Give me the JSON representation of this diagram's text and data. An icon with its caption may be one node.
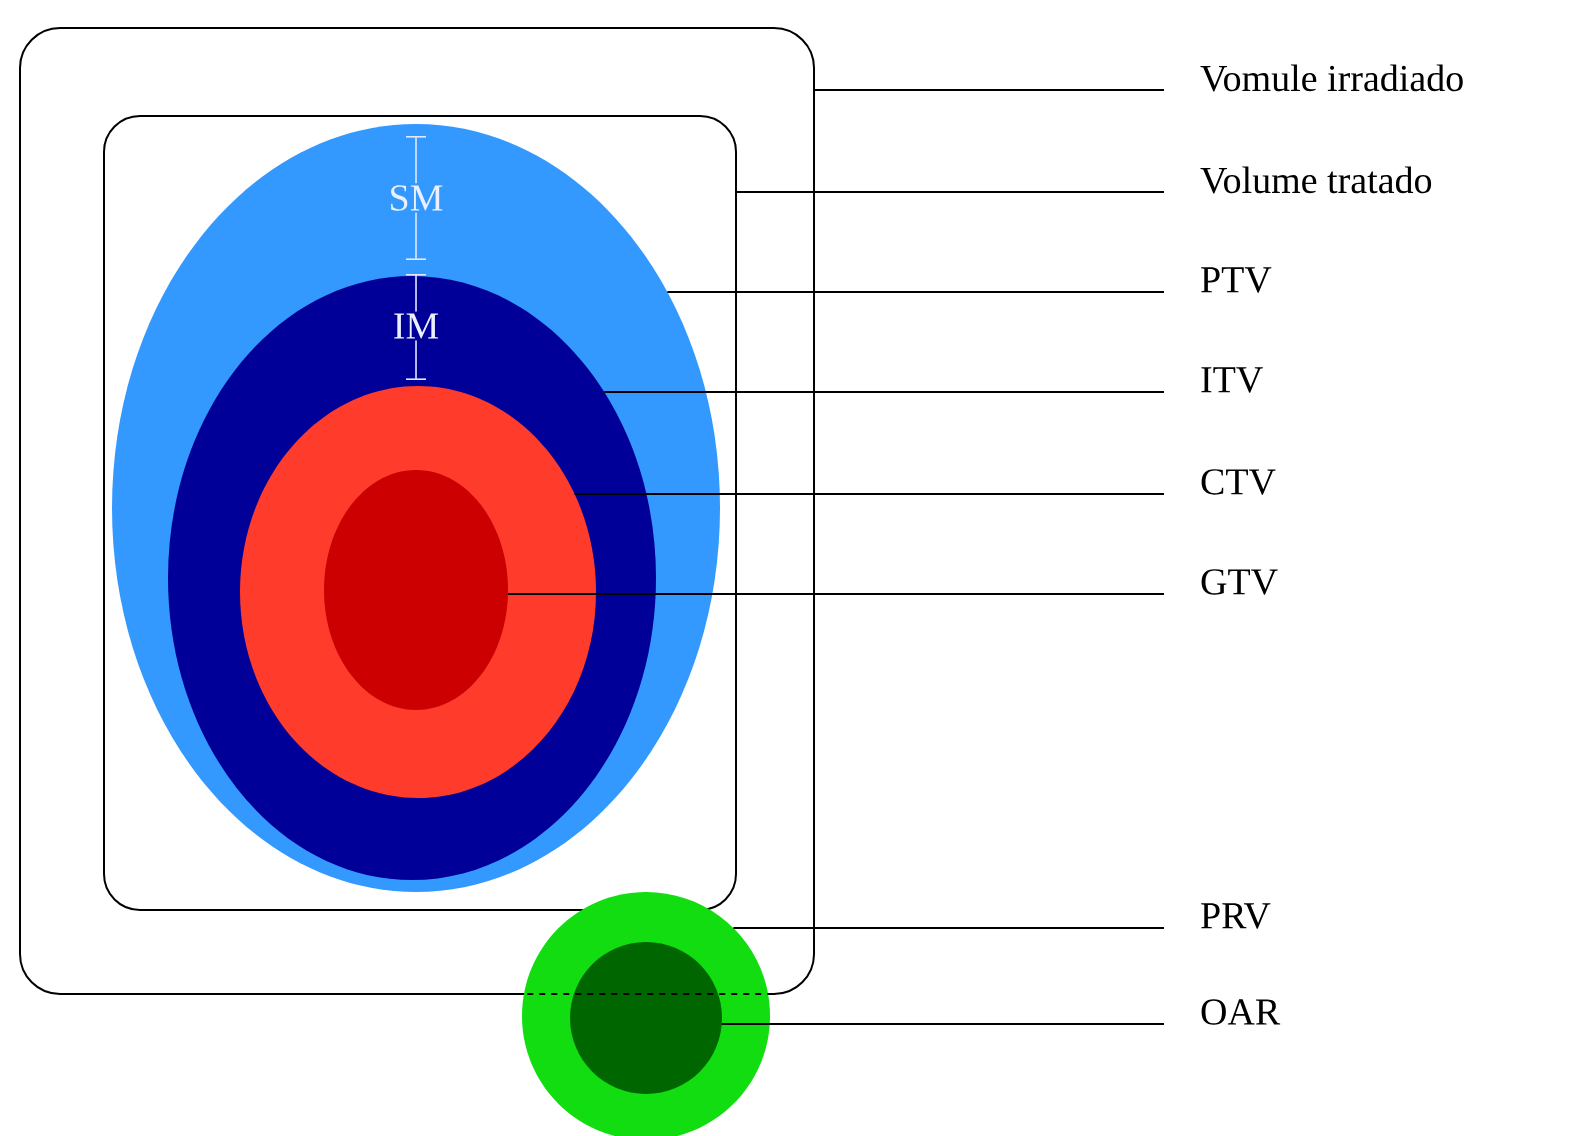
{
  "diagram": {
    "nodes": [
      {
        "text": [],
        "shape": "box"
      },
      {
        "text": [],
        "shape": "box",
        "in": 0
      },
      {
        "text": [],
        "shape": "ellipse",
        "in": 1
      },
      {
        "text": [],
        "shape": "ellipse",
        "in": 2
      },
      {
        "text": [],
        "shape": "ellipse",
        "in": 3
      },
      {
        "text": [],
        "shape": "ellipse",
        "in": 4
      },
      {
        "text": [],
        "shape": "circle"
      },
      {
        "text": [],
        "shape": "circle",
        "in": 6
      },
      {
        "text": [
          "Vomule irradiado"
        ]
      },
      {
        "text": [
          "Volume tratado"
        ]
      },
      {
        "text": [
          "PTV"
        ]
      },
      {
        "text": [
          "ITV"
        ]
      },
      {
        "text": [
          "CTV"
        ]
      },
      {
        "text": [
          "GTV"
        ]
      },
      {
        "text": [
          "PRV"
        ]
      },
      {
        "text": [
          "OAR"
        ]
      }
    ],
    "edges": [
      {
        "from": 8,
        "to": 0,
        "arrow": "none"
      },
      {
        "from": 9,
        "to": 1,
        "arrow": "none"
      },
      {
        "from": 10,
        "to": 2,
        "arrow": "none"
      },
      {
        "from": 11,
        "to": 3,
        "arrow": "none"
      },
      {
        "from": 12,
        "to": 4,
        "arrow": "none"
      },
      {
        "from": 13,
        "to": 5,
        "arrow": "none"
      },
      {
        "from": 14,
        "to": 6,
        "arrow": "none"
      },
      {
        "from": 15,
        "to": 7,
        "arrow": "none"
      }
    ],
    "labels": [
      "SM",
      "IM"
    ]
  }
}
